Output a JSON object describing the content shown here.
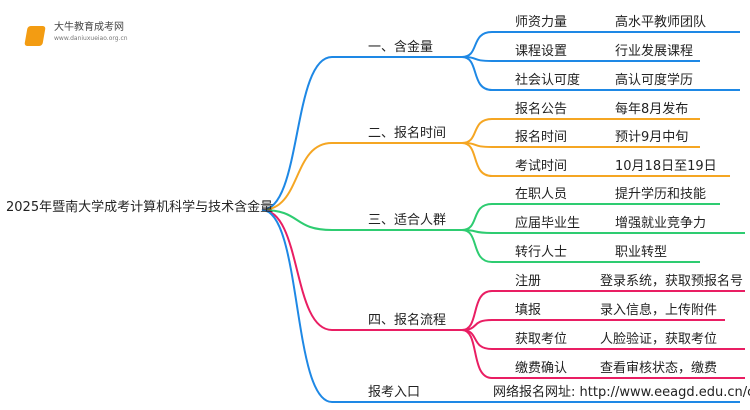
{
  "logo": {
    "title": "大牛教育成考网",
    "url": "www.daniuxueiao.org.cn"
  },
  "root": "2025年暨南大学成考计算机科学与技术含金量",
  "colors": [
    "#1e88e5",
    "#f5a623",
    "#2ecc71",
    "#e91e63",
    "#1e88e5"
  ],
  "branches": [
    {
      "label": "一、含金量",
      "leaves": [
        {
          "k": "师资力量",
          "v": "高水平教师团队"
        },
        {
          "k": "课程设置",
          "v": "行业发展课程"
        },
        {
          "k": "社会认可度",
          "v": "高认可度学历"
        }
      ]
    },
    {
      "label": "二、报名时间",
      "leaves": [
        {
          "k": "报名公告",
          "v": "每年8月发布"
        },
        {
          "k": "报名时间",
          "v": "预计9月中旬"
        },
        {
          "k": "考试时间",
          "v": "10月18日至19日"
        }
      ]
    },
    {
      "label": "三、适合人群",
      "leaves": [
        {
          "k": "在职人员",
          "v": "提升学历和技能"
        },
        {
          "k": "应届毕业生",
          "v": "增强就业竞争力"
        },
        {
          "k": "转行人士",
          "v": "职业转型"
        }
      ]
    },
    {
      "label": "四、报名流程",
      "leaves": [
        {
          "k": "注册",
          "v": "登录系统，获取预报名号"
        },
        {
          "k": "填报",
          "v": "录入信息，上传附件"
        },
        {
          "k": "获取考位",
          "v": "人脸验证，获取考位"
        },
        {
          "k": "缴费确认",
          "v": "查看审核状态，缴费"
        }
      ]
    },
    {
      "label": "报考入口",
      "leaves": [
        {
          "k": "网络报名网址: http://www.eeagd.edu.cn/cr",
          "v": ""
        }
      ]
    }
  ]
}
